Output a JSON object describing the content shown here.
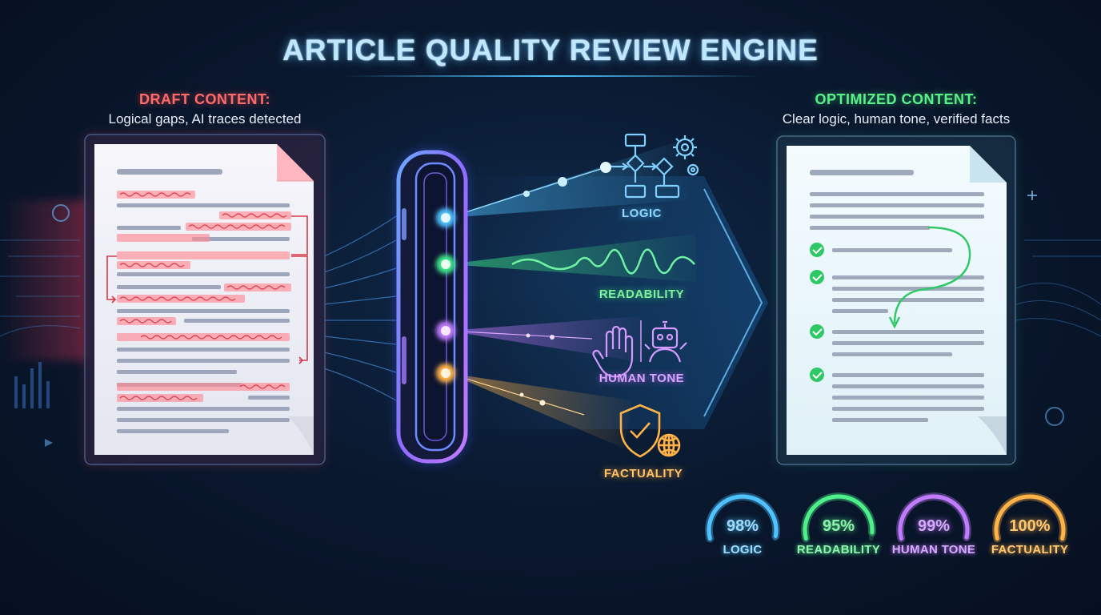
{
  "title": "ARTICLE QUALITY REVIEW ENGINE",
  "draft": {
    "heading": "DRAFT CONTENT:",
    "subheading": "Logical gaps, AI traces detected"
  },
  "optimized": {
    "heading": "OPTIMIZED CONTENT:",
    "subheading": "Clear logic, human tone, verified facts"
  },
  "checks": [
    {
      "id": "logic",
      "label": "LOGIC",
      "icon": "flowchart-gear-icon",
      "color": "#4fc3ff"
    },
    {
      "id": "readability",
      "label": "READABILITY",
      "icon": "waveform-icon",
      "color": "#4ef08a"
    },
    {
      "id": "tone",
      "label": "HUMAN TONE",
      "icon": "hand-robot-icon",
      "color": "#c07bff"
    },
    {
      "id": "factuality",
      "label": "FACTUALITY",
      "icon": "shield-check-globe-icon",
      "color": "#ffb347"
    }
  ],
  "scores": [
    {
      "label": "LOGIC",
      "value": 98,
      "display": "98%",
      "color": "#4fc3ff",
      "text_color": "#9fdcff"
    },
    {
      "label": "READABILITY",
      "value": 95,
      "display": "95%",
      "color": "#4ef08a",
      "text_color": "#8ff2ad"
    },
    {
      "label": "HUMAN TONE",
      "value": 99,
      "display": "99%",
      "color": "#c07bff",
      "text_color": "#d6a8ff"
    },
    {
      "label": "FACTUALITY",
      "value": 100,
      "display": "100%",
      "color": "#ffb347",
      "text_color": "#ffc874"
    }
  ]
}
